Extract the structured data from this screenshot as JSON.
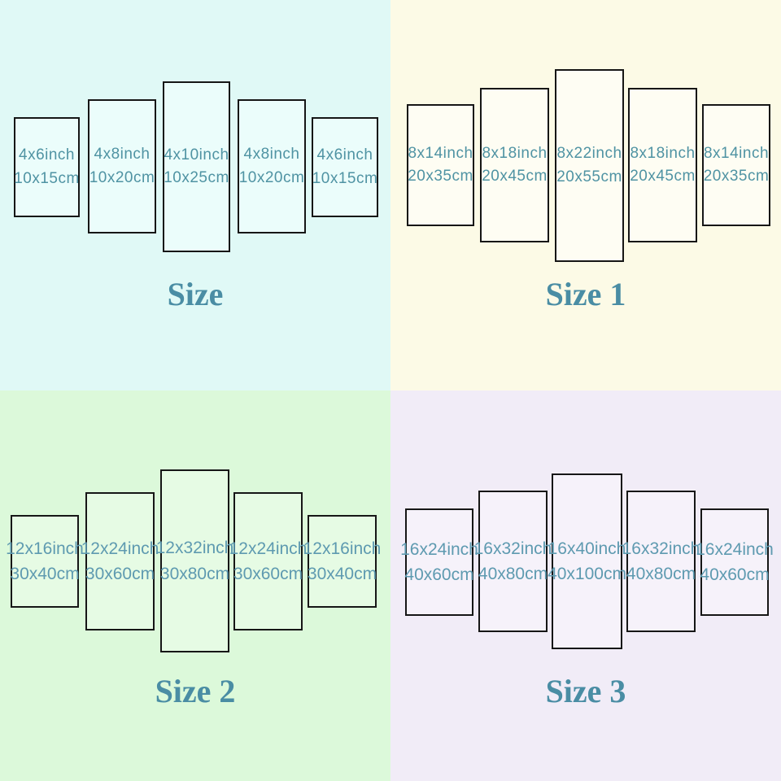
{
  "colors": {
    "label_text_top": "#4f93a3",
    "label_text_bottom": "#5e9ab0",
    "title_text": "#4a8da4",
    "panel_border": "#161616"
  },
  "quadrants": [
    {
      "title": "Size",
      "background": "#e0f9f6",
      "panel_fill": "#ebfdfb",
      "panels": [
        {
          "inch": "4x6inch",
          "cm": "10x15cm"
        },
        {
          "inch": "4x8inch",
          "cm": "10x20cm"
        },
        {
          "inch": "4x10inch",
          "cm": "10x25cm"
        },
        {
          "inch": "4x8inch",
          "cm": "10x20cm"
        },
        {
          "inch": "4x6inch",
          "cm": "10x15cm"
        }
      ]
    },
    {
      "title": "Size 1",
      "background": "#fcfae6",
      "panel_fill": "#fefdf3",
      "panels": [
        {
          "inch": "8x14inch",
          "cm": "20x35cm"
        },
        {
          "inch": "8x18inch",
          "cm": "20x45cm"
        },
        {
          "inch": "8x22inch",
          "cm": "20x55cm"
        },
        {
          "inch": "8x18inch",
          "cm": "20x45cm"
        },
        {
          "inch": "8x14inch",
          "cm": "20x35cm"
        }
      ]
    },
    {
      "title": "Size 2",
      "background": "#dcf9da",
      "panel_fill": "#e6fbe4",
      "panels": [
        {
          "inch": "12x16inch",
          "cm": "30x40cm"
        },
        {
          "inch": "12x24inch",
          "cm": "30x60cm"
        },
        {
          "inch": "12x32inch",
          "cm": "30x80cm"
        },
        {
          "inch": "12x24inch",
          "cm": "30x60cm"
        },
        {
          "inch": "12x16inch",
          "cm": "30x40cm"
        }
      ]
    },
    {
      "title": "Size 3",
      "background": "#f1ecf7",
      "panel_fill": "#f6f2fa",
      "panels": [
        {
          "inch": "16x24inch",
          "cm": "40x60cm"
        },
        {
          "inch": "16x32inch",
          "cm": "40x80cm"
        },
        {
          "inch": "16x40inch",
          "cm": "40x100cm"
        },
        {
          "inch": "16x32inch",
          "cm": "40x80cm"
        },
        {
          "inch": "16x24inch",
          "cm": "40x60cm"
        }
      ]
    }
  ]
}
